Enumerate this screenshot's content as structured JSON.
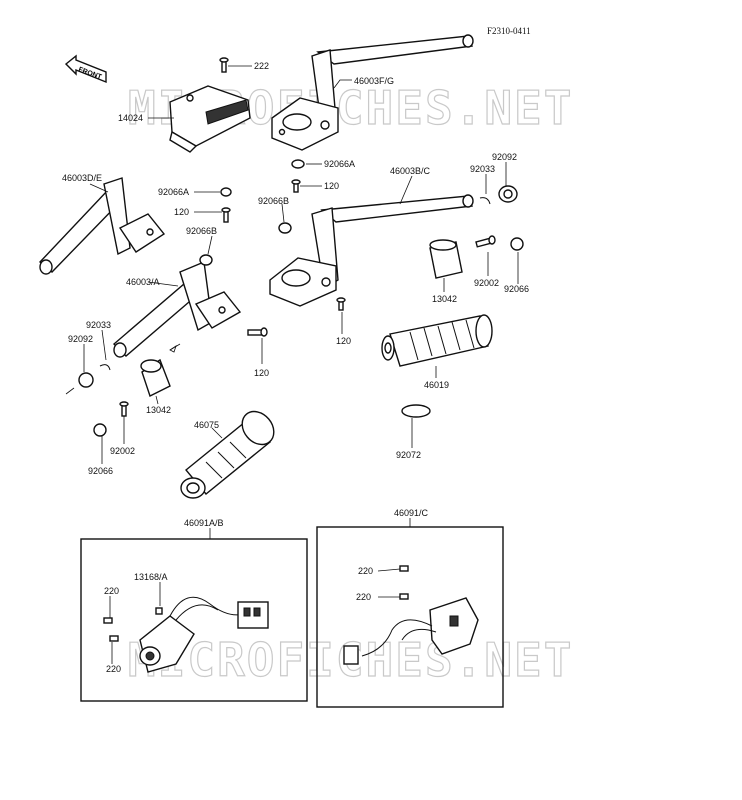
{
  "diagram": {
    "code": "F2310-0411",
    "front_label": "FRONT",
    "watermark": "MICROFICHES.NET",
    "labels": {
      "l222": "222",
      "l46003fg": "46003F/G",
      "l14024": "14024",
      "l92066a_top": "92066A",
      "l120_top": "120",
      "l46003de": "46003D/E",
      "l92066a_left": "92066A",
      "l120_left": "120",
      "l92066b_left": "92066B",
      "l92066b_mid": "92066B",
      "l46003bc": "46003B/C",
      "l92033_r": "92033",
      "l92092_r": "92092",
      "l92002_r": "92002",
      "l92066_r": "92066",
      "l13042_r": "13042",
      "l120_mid": "120",
      "l46019": "46019",
      "l46003a": "46003/A",
      "l92033_l": "92033",
      "l92092_l": "92092",
      "l120_low": "120",
      "l13042_l": "13042",
      "l92002_l": "92002",
      "l92066_l": "92066",
      "l46075": "46075",
      "l92072": "92072",
      "l46091ab": "46091A/B",
      "l46091c": "46091/C",
      "l13168a": "13168/A",
      "l220_a": "220",
      "l220_b": "220",
      "l220_c": "220",
      "l220_d": "220"
    }
  }
}
